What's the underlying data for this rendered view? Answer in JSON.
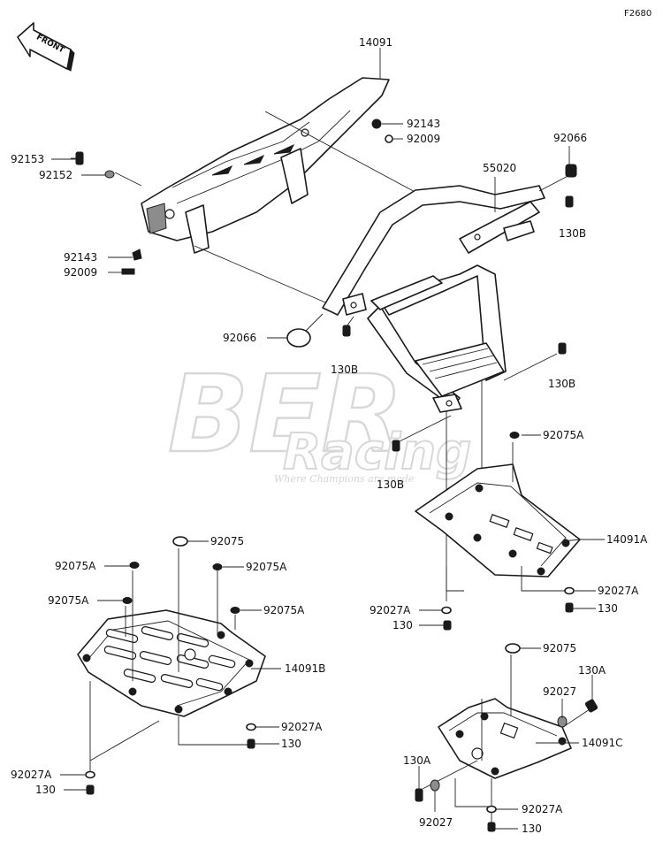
{
  "figure_code": "F2680",
  "direction_label": "FRONT",
  "watermark": {
    "brand": "BER",
    "sub": "Racing",
    "tagline": "Where Champions are made"
  },
  "labels": {
    "p14091": "14091",
    "p92143_top": "92143",
    "p92009_top": "92009",
    "p92153": "92153",
    "p92152": "92152",
    "p92066_top": "92066",
    "p55020": "55020",
    "p130b_1": "130B",
    "p92143_left": "92143",
    "p92009_left": "92009",
    "p92066_left": "92066",
    "p130b_2": "130B",
    "p130b_3": "130B",
    "p130b_4": "130B",
    "p92075a_r": "92075A",
    "p14091a": "14091A",
    "p92027a_r1": "92027A",
    "p130_r1": "130",
    "p92027a_r2": "92027A",
    "p130_r2": "130",
    "p92075_l": "92075",
    "p92075a_l1": "92075A",
    "p92075a_l2": "92075A",
    "p92075a_l3": "92075A",
    "p92075a_l4": "92075A",
    "p14091b": "14091B",
    "p92027a_l1": "92027A",
    "p130_l1": "130",
    "p92027a_l2": "92027A",
    "p130_l2": "130",
    "p92075_c": "92075",
    "p130a_c1": "130A",
    "p92027_c1": "92027",
    "p14091c": "14091C",
    "p130a_c2": "130A",
    "p92027_c2": "92027",
    "p92027a_c": "92027A",
    "p130_c": "130"
  }
}
